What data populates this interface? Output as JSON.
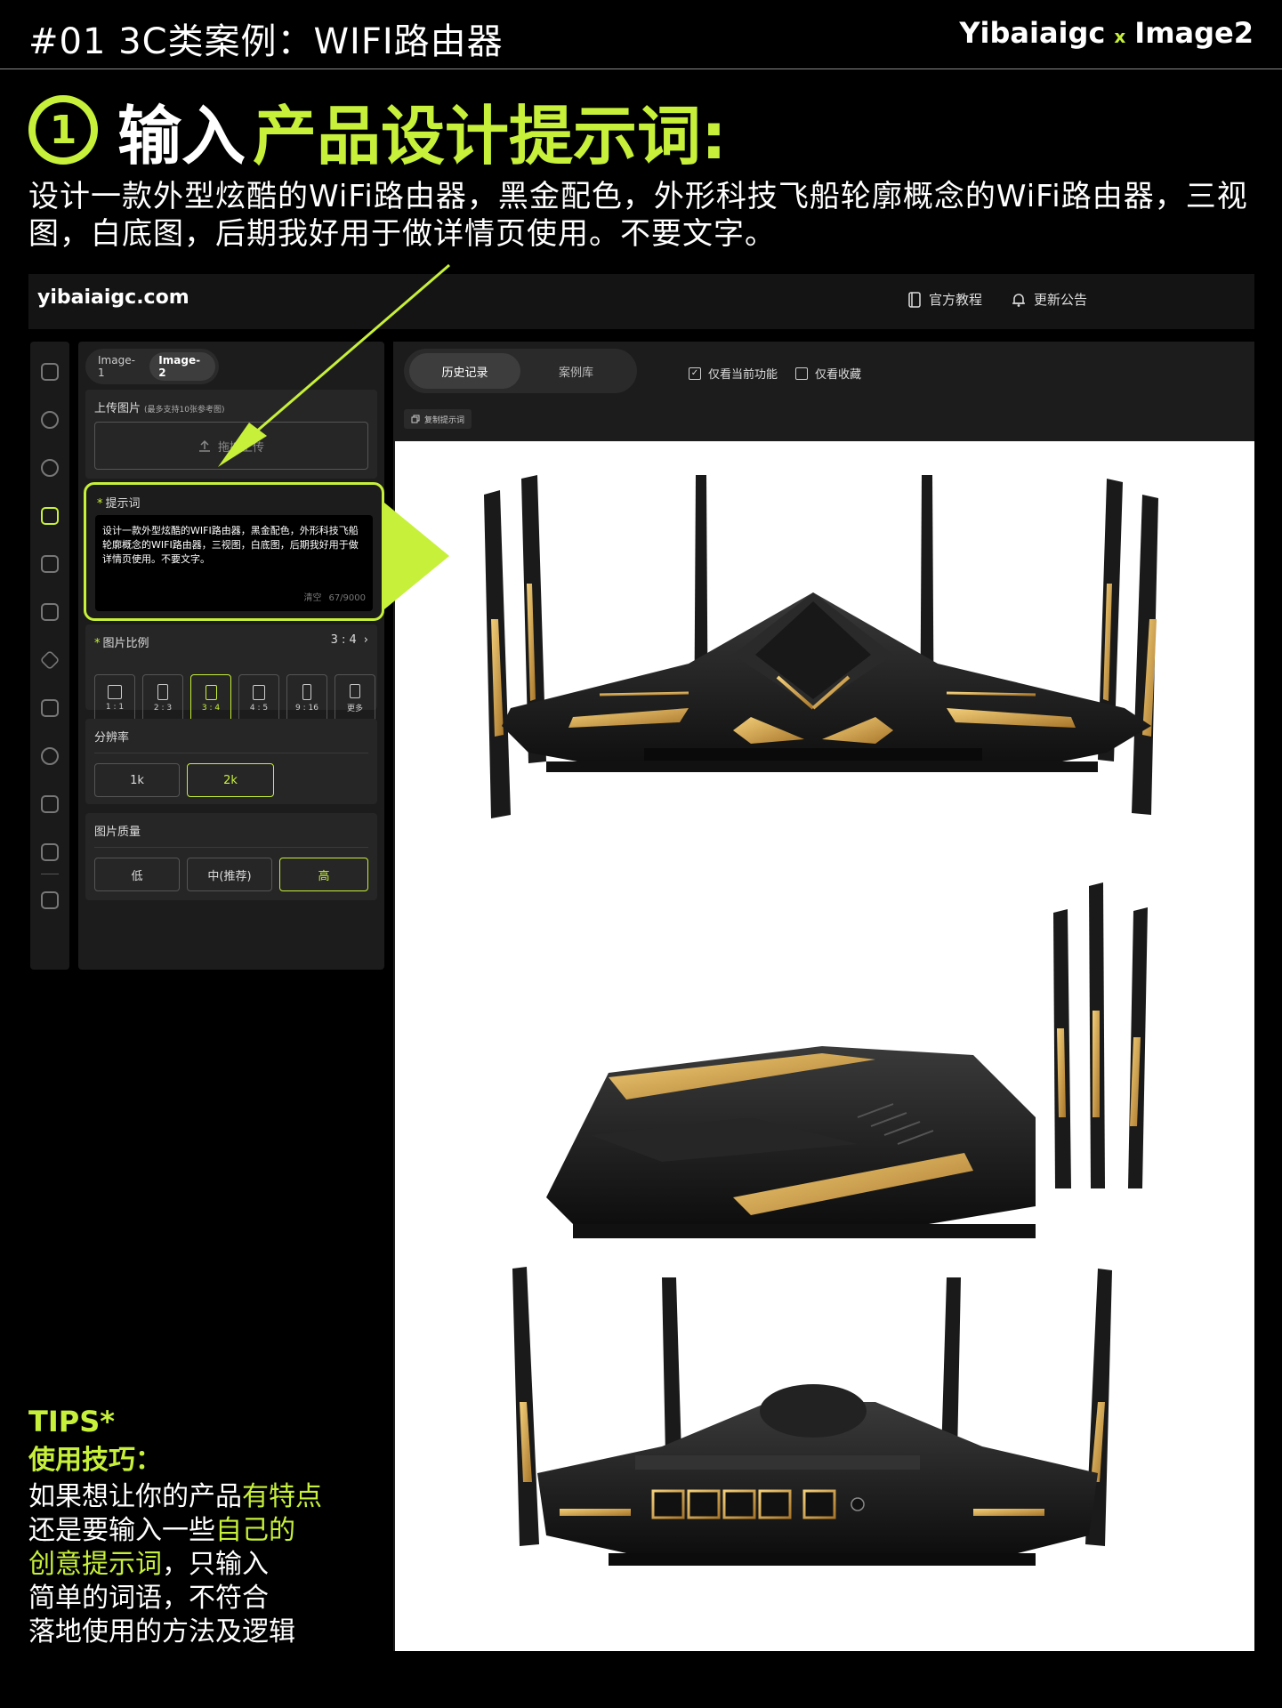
{
  "header": {
    "case_title": "#01 3C类案例：WIFI路由器",
    "brand_left": "Yibaiaigc",
    "brand_x": "x",
    "brand_right": "Image2"
  },
  "headline": {
    "number": "1",
    "part1": "输入",
    "part2": "产品设计提示词:"
  },
  "prompt_text": "设计一款外型炫酷的WiFi路由器，黑金配色，外形科技飞船轮廓概念的WiFi路由器，三视图，白底图，后期我好用于做详情页使用。不要文字。",
  "app": {
    "logo": "yibaiaigc.com",
    "nav": [
      {
        "label": "官方教程",
        "icon": "book-icon"
      },
      {
        "label": "更新公告",
        "icon": "bell-icon"
      }
    ],
    "model_tabs": [
      "Image-1",
      "Image-2"
    ],
    "active_model": "Image-2",
    "upload": {
      "label": "上传图片",
      "hint": "(最多支持10张参考图)",
      "button": "拖拽上传"
    },
    "prompt": {
      "label": "提示词",
      "value": "设计一款外型炫酷的WIFI路由器，黑金配色，外形科技飞船轮廓概念的WIFI路由器，三视图，白底图，后期我好用于做详情页使用。不要文字。",
      "clear": "清空",
      "count": "67/9000"
    },
    "ratio": {
      "label": "图片比例",
      "value": "3 : 4",
      "options": [
        "1 : 1",
        "2 : 3",
        "3 : 4",
        "4 : 5",
        "9 : 16",
        "更多"
      ],
      "active": "3 : 4"
    },
    "resolution": {
      "label": "分辨率",
      "options": [
        "1k",
        "2k"
      ],
      "active": "2k"
    },
    "quality": {
      "label": "图片质量",
      "options": [
        "低",
        "中(推荐)",
        "高"
      ],
      "active": "高"
    },
    "view_tabs": [
      "历史记录",
      "案例库"
    ],
    "active_view": "历史记录",
    "checks": [
      {
        "label": "仅看当前功能",
        "checked": true
      },
      {
        "label": "仅看收藏",
        "checked": false
      }
    ],
    "copy_button": "复制提示词"
  },
  "tips": {
    "title": "TIPS*",
    "subtitle": "使用技巧：",
    "l1a": "如果想让你的产品",
    "l1b": "有特点",
    "l2a": "还是要输入一些",
    "l2b": "自己的",
    "l3a": "创意提示词",
    "l3b": "，只输入",
    "l4": "简单的词语，不符合",
    "l5": "落地使用的方法及逻辑"
  },
  "colors": {
    "accent": "#c7f03a",
    "background": "#000000",
    "gold": "#d4a24a"
  }
}
